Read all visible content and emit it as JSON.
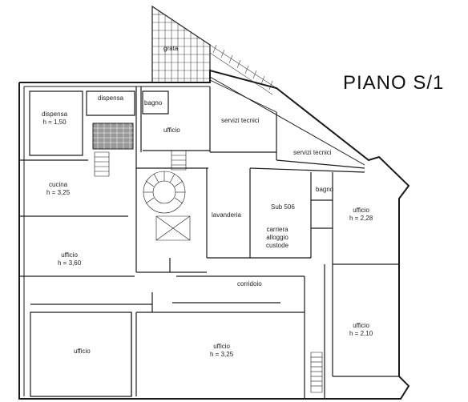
{
  "title": "PIANO S/1",
  "rooms": {
    "grata": "grata",
    "dispensa_small": "dispensa",
    "bagno_top": "bagno",
    "dispensa_big": {
      "name": "dispensa",
      "height": "h = 1,50"
    },
    "ufficio_top": "ufficio",
    "servizi_tecnici_1": "servizi tecnici",
    "servizi_tecnici_2": "servizi tecnici",
    "cucina": {
      "name": "cucina",
      "height": "h = 3,25"
    },
    "bagno_right": "bagno",
    "ufficio_right_top": {
      "name": "ufficio",
      "height": "h = 2,28"
    },
    "lavanderia": "lavanderia",
    "sub": "Sub 506",
    "carriera": {
      "line1": "carriera",
      "line2": "alloggio",
      "line3": "custode"
    },
    "ufficio_left_mid": {
      "name": "ufficio",
      "height": "h = 3,60"
    },
    "corridoio": "corridoio",
    "ufficio_right_bottom": {
      "name": "ufficio",
      "height": "h = 2,10"
    },
    "ufficio_bottom_left": "ufficio",
    "ufficio_bottom_center": {
      "name": "ufficio",
      "height": "h = 3,25"
    }
  },
  "colors": {
    "wall": "#1a1a1a",
    "hatch": "#444444",
    "background": "#ffffff"
  }
}
